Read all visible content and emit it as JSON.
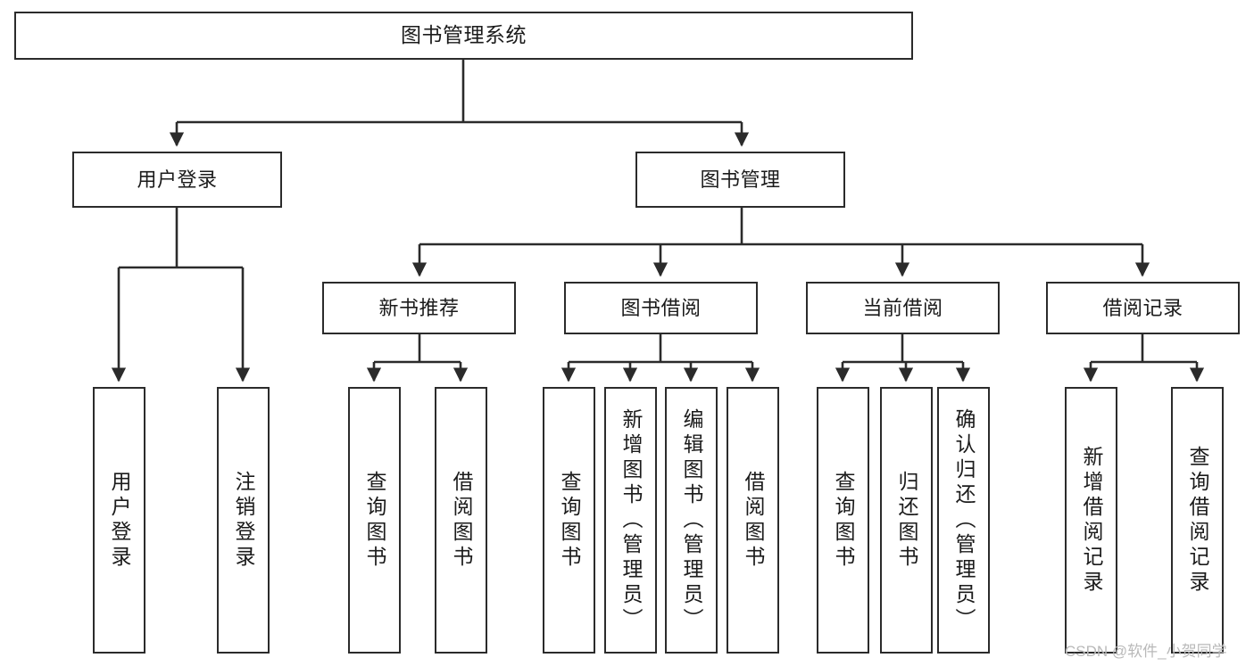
{
  "diagram": {
    "title": "图书管理系统",
    "type": "tree-hierarchy-chart",
    "theme": {
      "box_border": "#2b2b2b",
      "box_fill": "#ffffff",
      "line": "#2b2b2b",
      "text": "#1b1b1b",
      "background": "#ffffff",
      "watermark_color": "#b9b9b9"
    },
    "root": {
      "label": "图书管理系统"
    },
    "level2": [
      {
        "label": "用户登录"
      },
      {
        "label": "图书管理"
      }
    ],
    "level3": [
      {
        "label": "新书推荐"
      },
      {
        "label": "图书借阅"
      },
      {
        "label": "当前借阅"
      },
      {
        "label": "借阅记录"
      }
    ],
    "leaves": {
      "user_login": [
        {
          "label": "用户登录"
        },
        {
          "label": "注销登录"
        }
      ],
      "new_book_recommend": [
        {
          "label": "查询图书"
        },
        {
          "label": "借阅图书"
        }
      ],
      "book_borrow": [
        {
          "label": "查询图书"
        },
        {
          "label": "新增图书（管理员）"
        },
        {
          "label": "编辑图书（管理员）"
        },
        {
          "label": "借阅图书"
        }
      ],
      "current_borrow": [
        {
          "label": "查询图书"
        },
        {
          "label": "归还图书"
        },
        {
          "label": "确认归还（管理员）"
        }
      ],
      "borrow_record": [
        {
          "label": "新增借阅记录"
        },
        {
          "label": "查询借阅记录"
        }
      ]
    },
    "watermark": "CSDN @软件_小贺同学"
  },
  "chart_data": {
    "type": "table",
    "title": "图书管理系统",
    "nodes": [
      {
        "id": "root",
        "label": "图书管理系统",
        "level": 1,
        "parent": null
      },
      {
        "id": "n-user-login",
        "label": "用户登录",
        "level": 2,
        "parent": "root"
      },
      {
        "id": "n-book-manage",
        "label": "图书管理",
        "level": 2,
        "parent": "root"
      },
      {
        "id": "n-new-book",
        "label": "新书推荐",
        "level": 3,
        "parent": "n-book-manage"
      },
      {
        "id": "n-book-borrow",
        "label": "图书借阅",
        "level": 3,
        "parent": "n-book-manage"
      },
      {
        "id": "n-current-borrow",
        "label": "当前借阅",
        "level": 3,
        "parent": "n-book-manage"
      },
      {
        "id": "n-borrow-record",
        "label": "借阅记录",
        "level": 3,
        "parent": "n-book-manage"
      },
      {
        "id": "l-login-1",
        "label": "用户登录",
        "level": 4,
        "parent": "n-user-login"
      },
      {
        "id": "l-login-2",
        "label": "注销登录",
        "level": 4,
        "parent": "n-user-login"
      },
      {
        "id": "l-new-1",
        "label": "查询图书",
        "level": 4,
        "parent": "n-new-book"
      },
      {
        "id": "l-new-2",
        "label": "借阅图书",
        "level": 4,
        "parent": "n-new-book"
      },
      {
        "id": "l-borrow-1",
        "label": "查询图书",
        "level": 4,
        "parent": "n-book-borrow"
      },
      {
        "id": "l-borrow-2",
        "label": "新增图书（管理员）",
        "level": 4,
        "parent": "n-book-borrow"
      },
      {
        "id": "l-borrow-3",
        "label": "编辑图书（管理员）",
        "level": 4,
        "parent": "n-book-borrow"
      },
      {
        "id": "l-borrow-4",
        "label": "借阅图书",
        "level": 4,
        "parent": "n-book-borrow"
      },
      {
        "id": "l-cur-1",
        "label": "查询图书",
        "level": 4,
        "parent": "n-current-borrow"
      },
      {
        "id": "l-cur-2",
        "label": "归还图书",
        "level": 4,
        "parent": "n-current-borrow"
      },
      {
        "id": "l-cur-3",
        "label": "确认归还（管理员）",
        "level": 4,
        "parent": "n-current-borrow"
      },
      {
        "id": "l-rec-1",
        "label": "新增借阅记录",
        "level": 4,
        "parent": "n-borrow-record"
      },
      {
        "id": "l-rec-2",
        "label": "查询借阅记录",
        "level": 4,
        "parent": "n-borrow-record"
      }
    ]
  }
}
